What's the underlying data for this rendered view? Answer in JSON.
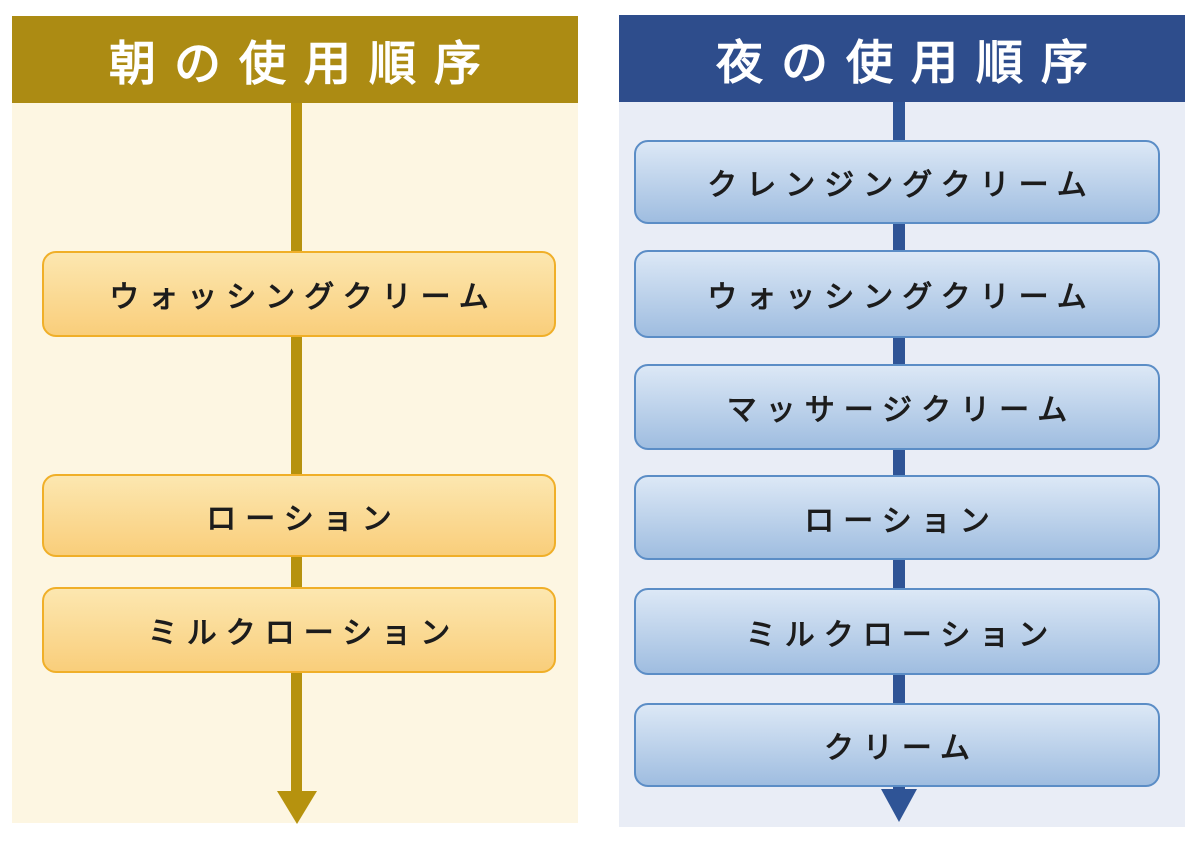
{
  "figure": {
    "description": "Two vertical flowcharts showing skincare product usage order for morning and night"
  },
  "panels": [
    {
      "title": "朝の使用順序",
      "steps": [
        "ウォッシングクリーム",
        "ローション",
        "ミルクローション"
      ],
      "theme": {
        "header_bg": "#AC8B13",
        "header_text": "#FFFFFF",
        "body_bg": "#FDF6E2",
        "arrow_color": "#B6920E",
        "box_border": "#F0AF28",
        "box_fill_top": "#FCE7B0",
        "box_fill_bottom": "#F9CE7B",
        "box_text": "#1C1C1C"
      }
    },
    {
      "title": "夜の使用順序",
      "steps": [
        "クレンジングクリーム",
        "ウォッシングクリーム",
        "マッサージクリーム",
        "ローション",
        "ミルクローション",
        "クリーム"
      ],
      "theme": {
        "header_bg": "#2E4D8C",
        "header_text": "#FFFFFF",
        "body_bg": "#E9EDF6",
        "arrow_color": "#2F5496",
        "box_border": "#5B8DC6",
        "box_fill_top": "#DCE8F6",
        "box_fill_bottom": "#9FBDE0",
        "box_text": "#1C1C1C"
      }
    }
  ]
}
